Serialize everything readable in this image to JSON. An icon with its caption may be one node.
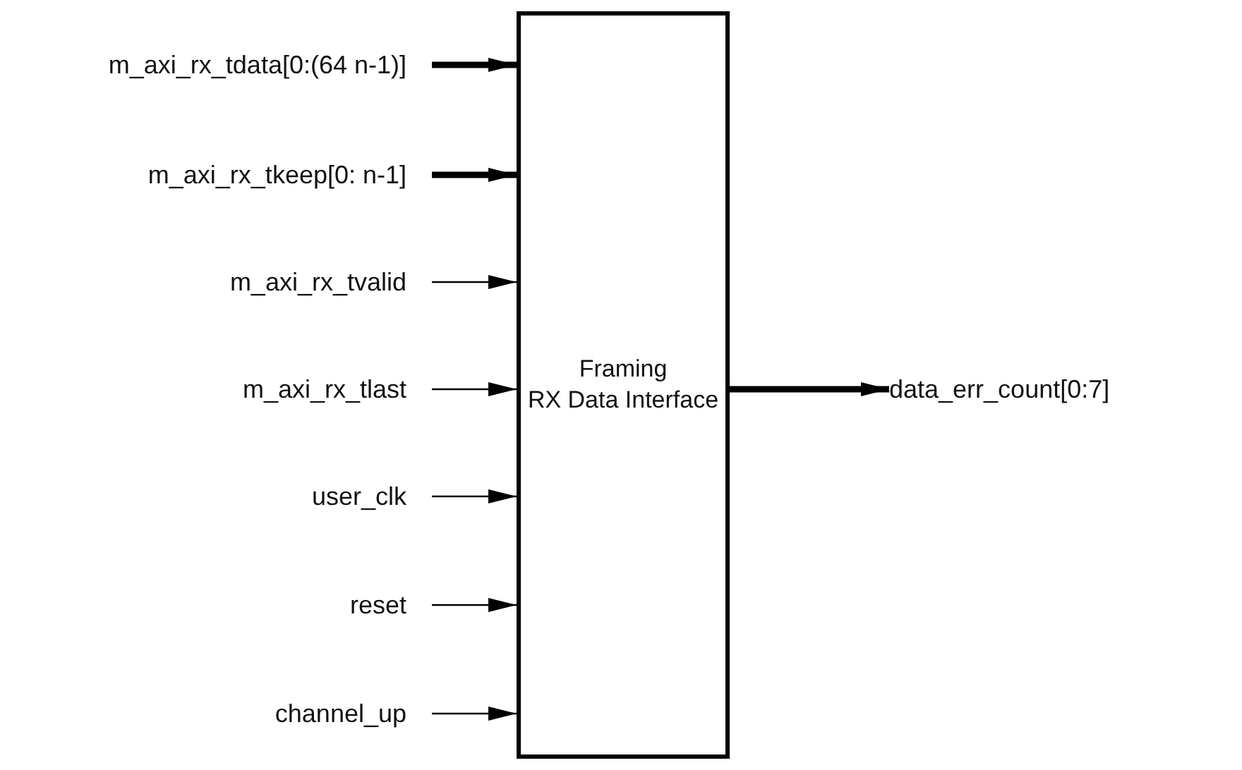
{
  "diagram": {
    "nodes": [
      {
        "text": [
          "Framing",
          "RX Data Interface"
        ]
      },
      {
        "text": [
          "m_axi_rx_tdata[0:(64 n-1)]"
        ]
      },
      {
        "text": [
          "m_axi_rx_tkeep[0: n-1]"
        ]
      },
      {
        "text": [
          "m_axi_rx_tvalid"
        ]
      },
      {
        "text": [
          "m_axi_rx_tlast"
        ]
      },
      {
        "text": [
          "user_clk"
        ]
      },
      {
        "text": [
          "reset"
        ]
      },
      {
        "text": [
          "channel_up"
        ]
      },
      {
        "text": [
          "data_err_count[0:7]"
        ]
      }
    ],
    "edges": [
      {
        "from": 1,
        "to": 0,
        "arrow": "to",
        "style": "thick"
      },
      {
        "from": 2,
        "to": 0,
        "arrow": "to",
        "style": "thick"
      },
      {
        "from": 3,
        "to": 0,
        "arrow": "to"
      },
      {
        "from": 4,
        "to": 0,
        "arrow": "to"
      },
      {
        "from": 5,
        "to": 0,
        "arrow": "to"
      },
      {
        "from": 6,
        "to": 0,
        "arrow": "to"
      },
      {
        "from": 7,
        "to": 0,
        "arrow": "to"
      },
      {
        "from": 0,
        "to": 8,
        "arrow": "to",
        "style": "thick"
      }
    ]
  }
}
